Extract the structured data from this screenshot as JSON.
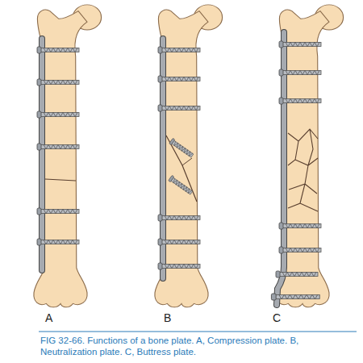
{
  "diagram": {
    "caption": "FIG 32-66. Functions of a bone plate. A, Compression plate. B, Neutralization plate. C, Buttress plate.",
    "labels": [
      "A",
      "B",
      "C"
    ]
  }
}
